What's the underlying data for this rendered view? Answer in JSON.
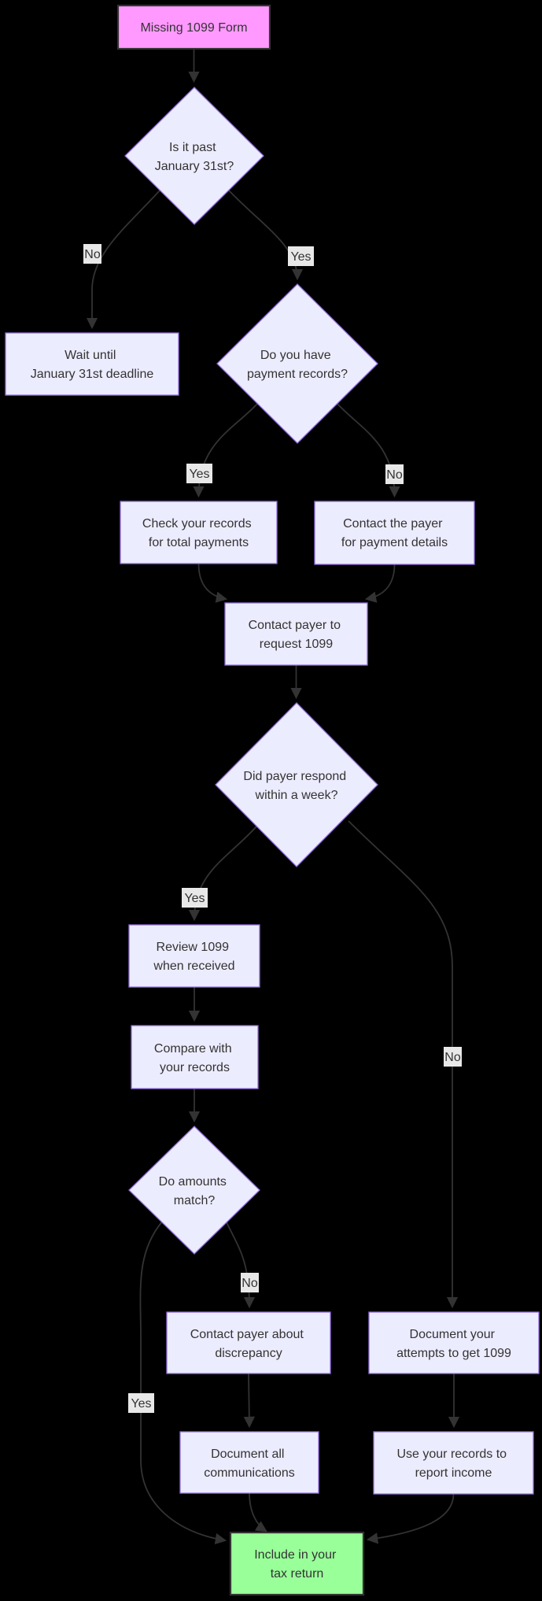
{
  "title": "Missing 1099 Form flowchart",
  "colors": {
    "background": "#000000",
    "node_fill": "#ECECFF",
    "node_stroke": "#9370DB",
    "start_fill": "#ff99ff",
    "start_stroke": "#333333",
    "end_fill": "#99ff99",
    "end_stroke": "#333333",
    "edge": "#333333",
    "label_bg": "#e8e8e8",
    "text": "#333333"
  },
  "nodes": {
    "start": {
      "lines": [
        "Missing 1099 Form",
        ""
      ]
    },
    "past_deadline": {
      "lines": [
        "Is it past",
        "January 31st?"
      ]
    },
    "wait": {
      "lines": [
        "Wait until",
        "January 31st deadline"
      ]
    },
    "have_records": {
      "lines": [
        "Do you have",
        "payment records?"
      ]
    },
    "check_records": {
      "lines": [
        "Check your records",
        "for total payments"
      ]
    },
    "contact_details": {
      "lines": [
        "Contact the payer",
        "for payment details"
      ]
    },
    "request_1099": {
      "lines": [
        "Contact payer to",
        "request 1099"
      ]
    },
    "payer_respond": {
      "lines": [
        "Did payer respond",
        "within a week?"
      ]
    },
    "review_1099": {
      "lines": [
        "Review 1099",
        "when received"
      ]
    },
    "compare": {
      "lines": [
        "Compare with",
        "your records"
      ]
    },
    "amounts_match": {
      "lines": [
        "Do amounts",
        "match?"
      ]
    },
    "discrepancy": {
      "lines": [
        "Contact payer about",
        "discrepancy"
      ]
    },
    "attempts": {
      "lines": [
        "Document your",
        "attempts to get 1099"
      ]
    },
    "document_all": {
      "lines": [
        "Document all",
        "communications"
      ]
    },
    "use_records": {
      "lines": [
        "Use your records to",
        "report income"
      ]
    },
    "include": {
      "lines": [
        "Include in your",
        "tax return"
      ]
    }
  },
  "edge_labels": {
    "no1": "No",
    "yes1": "Yes",
    "yes2": "Yes",
    "no2": "No",
    "yes3": "Yes",
    "no3": "No",
    "no4": "No",
    "yes4": "Yes"
  }
}
